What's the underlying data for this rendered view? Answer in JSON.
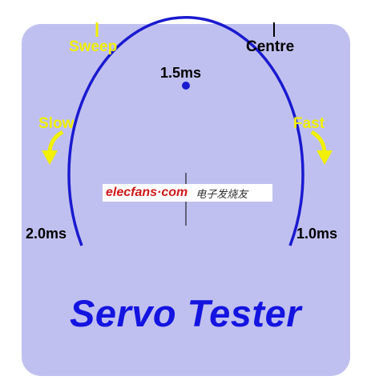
{
  "labels": {
    "sweep": "Sweep",
    "centre": "Centre",
    "mid_pulse": "1.5ms",
    "slow": "Slow",
    "fast": "Fast",
    "left_pulse": "2.0ms",
    "right_pulse": "1.0ms"
  },
  "title": "Servo Tester",
  "watermark": {
    "brand": "elecfans·com",
    "chinese": "电子发烧友"
  },
  "colors": {
    "panel": "#c0c0f0",
    "arc": "#1a1ad0",
    "title": "#1414e0",
    "label_yellow": "#f0f000",
    "label_black": "#000000"
  }
}
